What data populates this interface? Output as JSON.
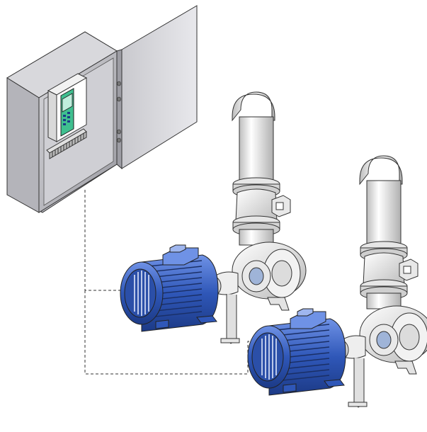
{
  "diagram": {
    "description_visible_text": [],
    "components": {
      "control_cabinet": {
        "kind": "electrical-enclosure",
        "door": "open"
      },
      "drive_unit": {
        "kind": "variable-frequency-drive"
      },
      "terminal_block": {
        "kind": "terminal-strip"
      },
      "pump_sets": [
        {
          "kind": "motor-pump",
          "motor_color": "#2f57b8"
        },
        {
          "kind": "motor-pump",
          "motor_color": "#2f57b8"
        }
      ]
    },
    "colors": {
      "enclosure_light": "#d9d9dd",
      "enclosure_dark": "#8f8f96",
      "motor_blue": "#2f57b8",
      "motor_highlight": "#6f92e6",
      "drive_display": "#3fbf8f",
      "pipe_light": "#f2f2f2",
      "pipe_shade": "#bdbdbd",
      "wire": "#333333"
    }
  }
}
